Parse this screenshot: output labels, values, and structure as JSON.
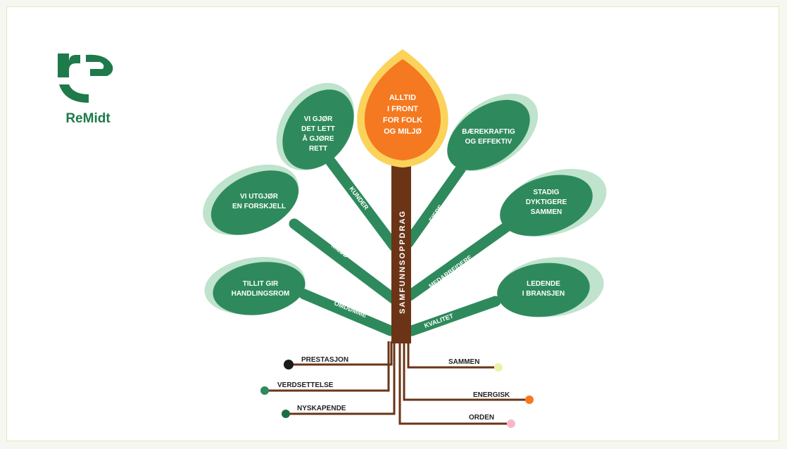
{
  "brand": {
    "name": "ReMidt",
    "green": "#1e7a4a",
    "leaf_green": "#2e8a5c",
    "leaf_shadow": "#bfe3cc",
    "trunk": "#6b3417",
    "flame": "#f47920",
    "flame_glow": "#fbd35a"
  },
  "tree": {
    "trunk_label": "SAMFUNNSOPPDRAG",
    "top": {
      "lines": [
        "ALLTID",
        "I FRONT",
        "FOR FOLK",
        "OG MILJØ"
      ]
    },
    "leaves": {
      "left_top": {
        "lines": [
          "VI GJØR",
          "DET LETT",
          "Å GJØRE",
          "RETT"
        ],
        "branch": "KUNDER"
      },
      "left_mid": {
        "lines": [
          "VI UTGJØR",
          "EN FORSKJELL"
        ],
        "branch": "MILJØ"
      },
      "left_bottom": {
        "lines": [
          "TILLIT GIR",
          "HANDLINGSROM"
        ],
        "branch": "OMDØMME"
      },
      "right_top": {
        "lines": [
          "BÆREKRAFTIG",
          "OG EFFEKTIV"
        ],
        "branch": "EIERE"
      },
      "right_mid": {
        "lines": [
          "STADIG",
          "DYKTIGERE",
          "SAMMEN"
        ],
        "branch": "MEDARBEIDERE"
      },
      "right_bottom": {
        "lines": [
          "LEDENDE",
          "I BRANSJEN"
        ],
        "branch": "KVALITET"
      }
    }
  },
  "roots": [
    {
      "label": "PRESTASJON",
      "color": "#1a1a1a"
    },
    {
      "label": "VERDSETTELSE",
      "color": "#2e8a5c"
    },
    {
      "label": "NYSKAPENDE",
      "color": "#1e6b48"
    },
    {
      "label": "SAMMEN",
      "color": "#eef2a8"
    },
    {
      "label": "ENERGISK",
      "color": "#f47920"
    },
    {
      "label": "ORDEN",
      "color": "#f7b7c8"
    }
  ]
}
